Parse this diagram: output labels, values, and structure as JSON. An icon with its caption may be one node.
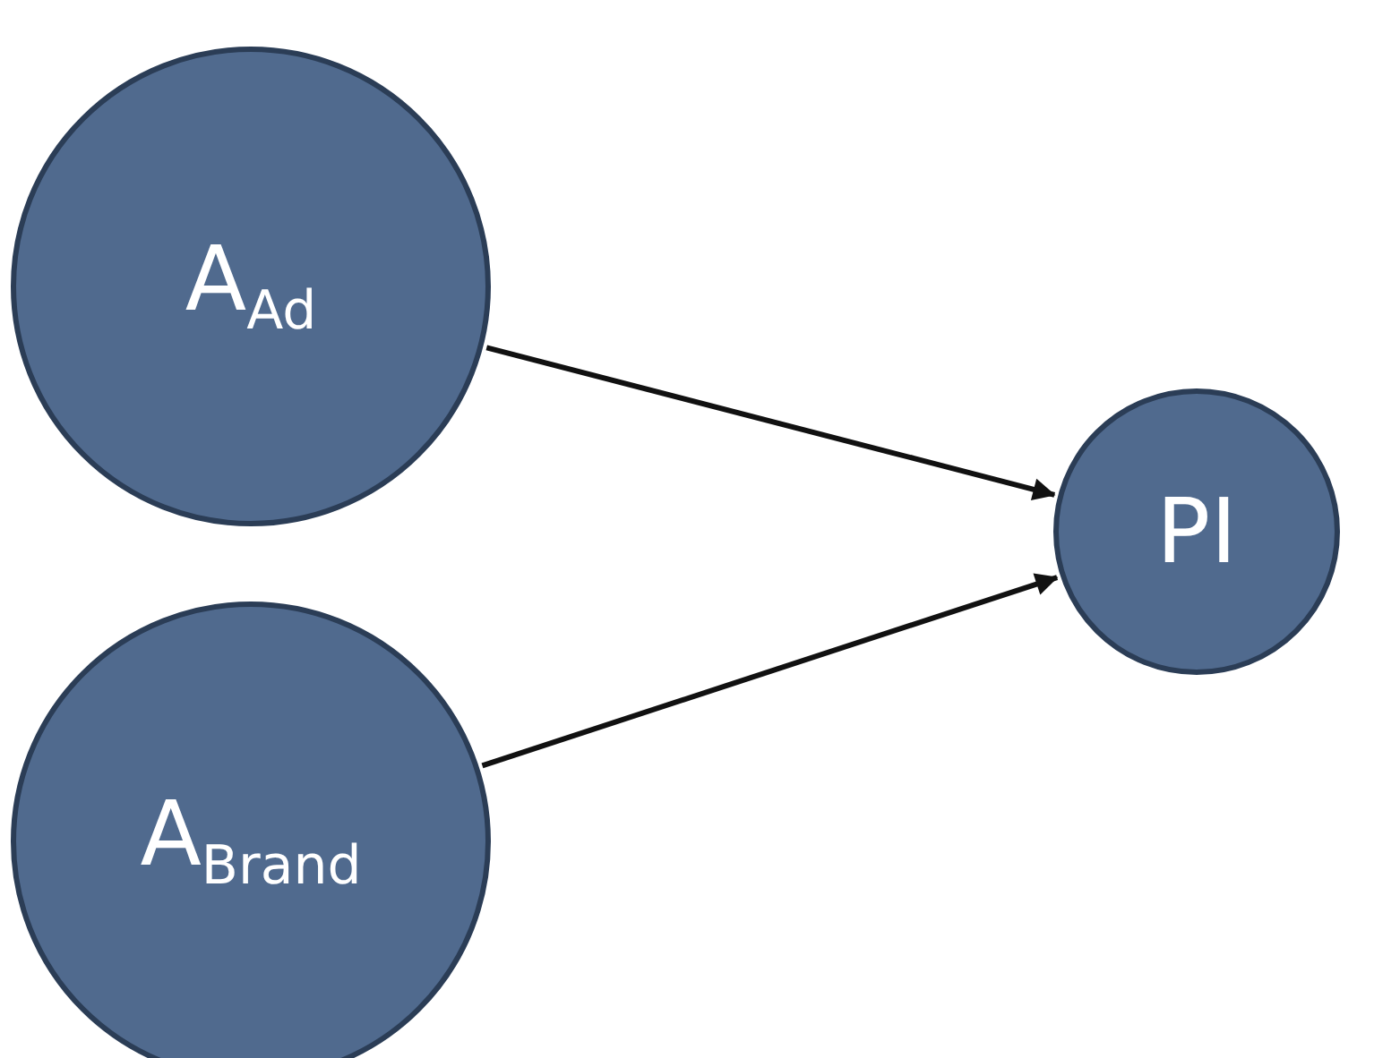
{
  "diagram": {
    "nodes": [
      {
        "text": [
          "A$_{Ad}$"
        ]
      },
      {
        "text": [
          "A$_{Brand}$"
        ]
      },
      {
        "text": [
          "PI"
        ]
      }
    ],
    "edges": [
      {
        "from": 0,
        "to": 2,
        "arrow": "to"
      },
      {
        "from": 1,
        "to": 2,
        "arrow": "to"
      }
    ]
  }
}
